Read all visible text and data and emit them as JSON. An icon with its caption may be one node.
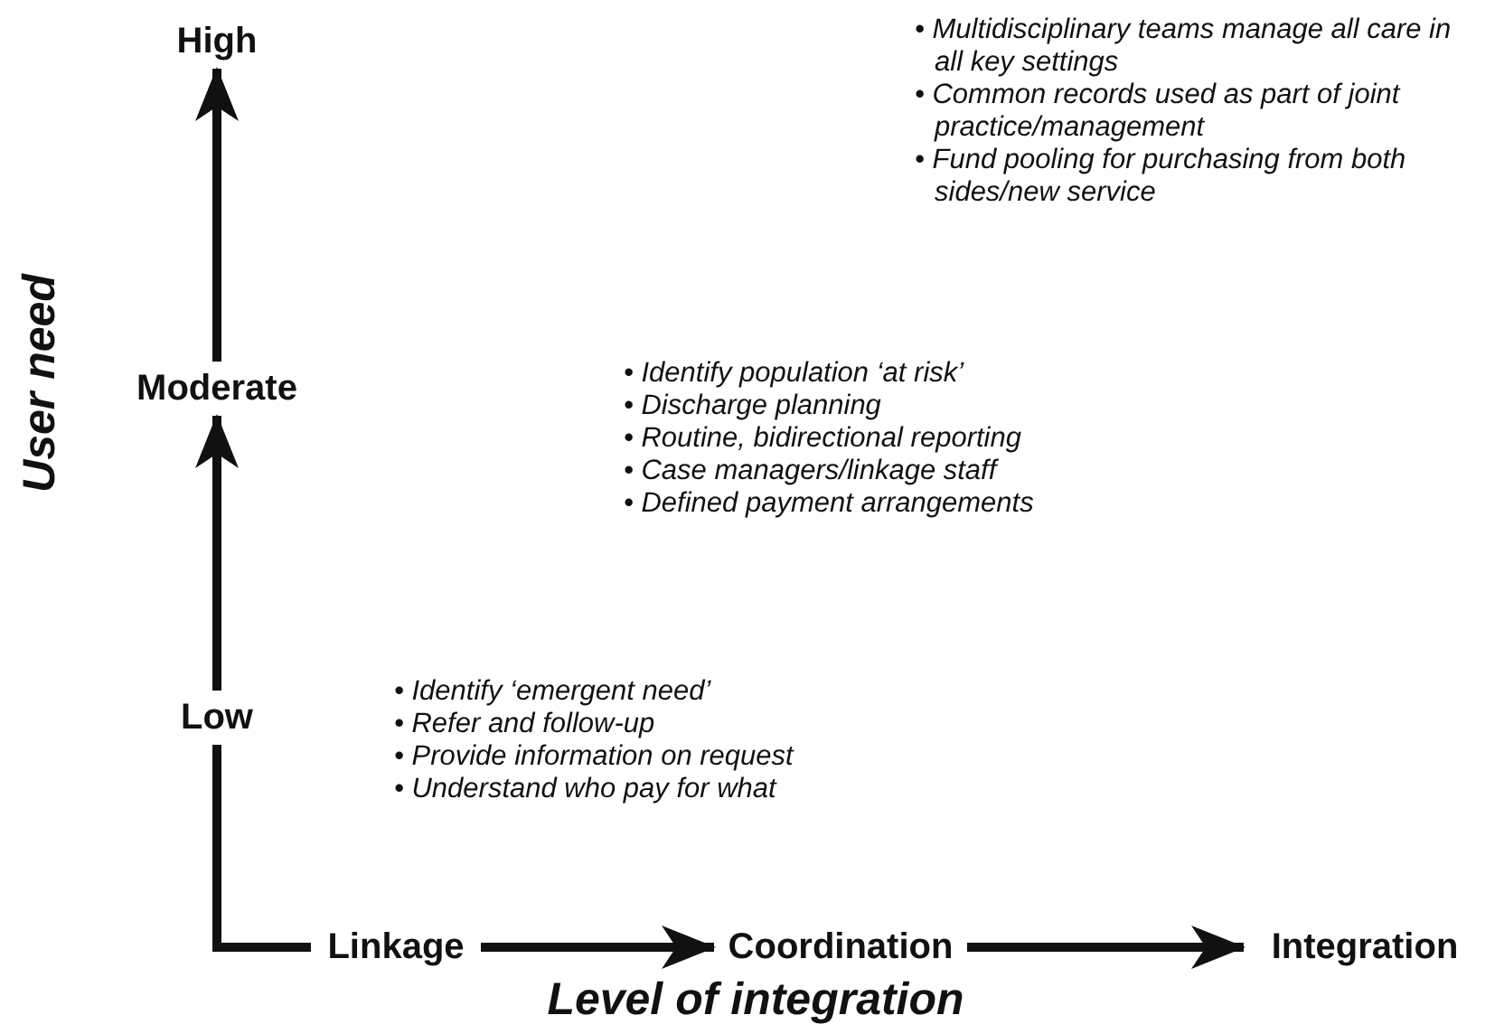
{
  "diagram": {
    "nodes": [
      {
        "text": [
          "High"
        ]
      },
      {
        "text": [
          "Moderate"
        ]
      },
      {
        "text": [
          "Low"
        ]
      },
      {
        "text": [
          "Linkage"
        ]
      },
      {
        "text": [
          "Coordination"
        ]
      },
      {
        "text": [
          "Integration"
        ]
      }
    ],
    "edges": [
      {
        "from": 2,
        "to": 1,
        "arrow": "to"
      },
      {
        "from": 1,
        "to": 0,
        "arrow": "to"
      },
      {
        "from": 2,
        "to": 3,
        "arrow": "none"
      },
      {
        "from": 3,
        "to": 4,
        "arrow": "to"
      },
      {
        "from": 4,
        "to": 5,
        "arrow": "to"
      }
    ],
    "labels": [
      "• Multidisciplinary teams manage all care in all key settings",
      "• Common records used as part of joint practice/management",
      "• Fund pooling for purchasing from both sides/new service",
      "User need",
      "• Identify population ‘at risk’",
      "• Discharge planning",
      "• Routine, bidirectional reporting",
      "• Case managers/linkage staff",
      "• Defined payment arrangements",
      "• Identify ‘emergent need’",
      "• Refer and follow-up",
      "• Provide information on request",
      "• Understand who pay for what",
      "Level of integration"
    ]
  }
}
